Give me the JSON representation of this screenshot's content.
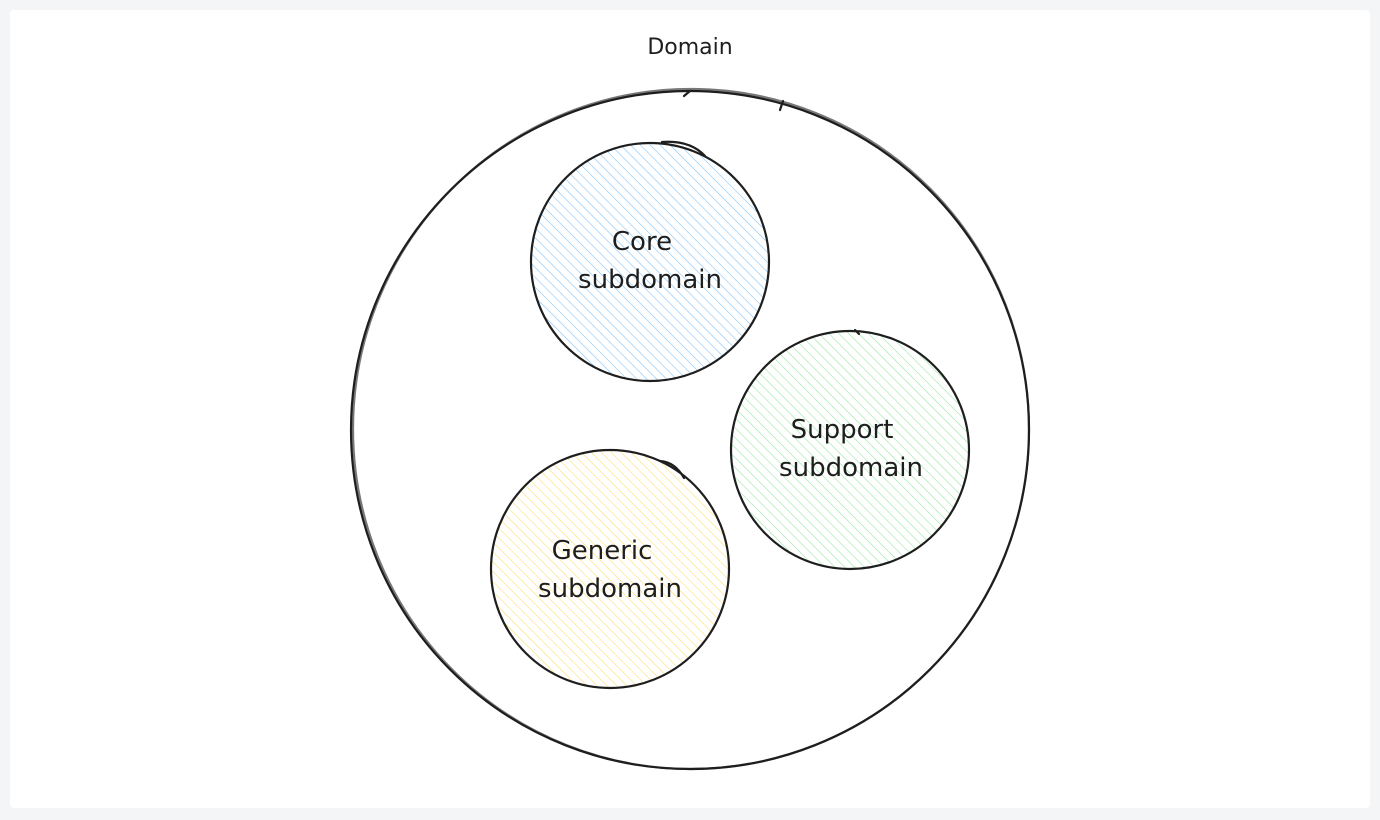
{
  "diagram": {
    "domain_label": "Domain",
    "subdomains": [
      {
        "id": "core",
        "line1": "Core",
        "line2": "subdomain",
        "color": "#4dabf7"
      },
      {
        "id": "support",
        "line1": "Support",
        "line2": "subdomain",
        "color": "#69db7c"
      },
      {
        "id": "generic",
        "line1": "Generic",
        "line2": "subdomain",
        "color": "#ffd43b"
      }
    ]
  }
}
